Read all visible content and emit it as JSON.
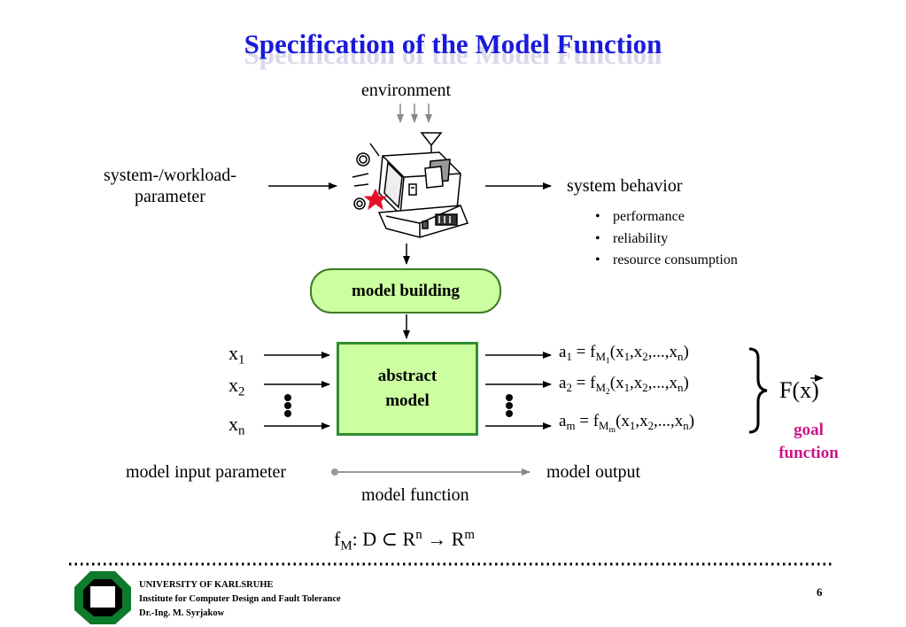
{
  "slide": {
    "title": "Specification of the Model Function",
    "environment": "environment",
    "system_param_line1": "system-/workload-",
    "system_param_line2": "parameter",
    "system_behavior": "system behavior",
    "behavior_items": [
      "performance",
      "reliability",
      "resource consumption"
    ],
    "model_building": "model building",
    "abstract_model_line1": "abstract",
    "abstract_model_line2": "model",
    "inputs": [
      {
        "base": "x",
        "sub": "1"
      },
      {
        "base": "x",
        "sub": "2"
      },
      {
        "base": "x",
        "sub": "n"
      }
    ],
    "outputs": [
      {
        "lhs": "a",
        "lhs_sub": "1",
        "f": "f",
        "f_sub": "M",
        "f_subsub": "1",
        "args": "(x",
        "a1": "1",
        "c1": ",x",
        "a2": "2",
        "c2": ",...,x",
        "an": "n",
        "close": ")"
      },
      {
        "lhs": "a",
        "lhs_sub": "2",
        "f": "f",
        "f_sub": "M",
        "f_subsub": "2",
        "args": "(x",
        "a1": "1",
        "c1": ",x",
        "a2": "2",
        "c2": ",...,x",
        "an": "n",
        "close": ")"
      },
      {
        "lhs": "a",
        "lhs_sub": "m",
        "f": "f",
        "f_sub": "M",
        "f_subsub": "m",
        "args": "(x",
        "a1": "1",
        "c1": ",x",
        "a2": "2",
        "c2": ",...,x",
        "an": "n",
        "close": ")"
      }
    ],
    "goal_F": "F(",
    "goal_x": "x",
    "goal_close": ")",
    "goal_line1": "goal",
    "goal_line2": "function",
    "model_input_parameter": "model input parameter",
    "model_output": "model output",
    "model_function": "model function",
    "formula": {
      "f": "f",
      "f_sub": "M",
      "rest": ": D ⊂ R",
      "n": "n",
      "arrow": " → R",
      "m": "m"
    }
  },
  "footer": {
    "line1": "UNIVERSITY OF KARLSRUHE",
    "line2": "Institute for Computer Design and Fault Tolerance",
    "line3": "Dr.-Ing. M. Syrjakow",
    "page": "6"
  },
  "colors": {
    "title": "#1a1adc",
    "title_shadow": "#d9d9ea",
    "box_fill": "#ccffa0",
    "box_border": "#2f8f2f",
    "goal_text": "#cc1488",
    "logo_green": "#0e7a2c"
  }
}
